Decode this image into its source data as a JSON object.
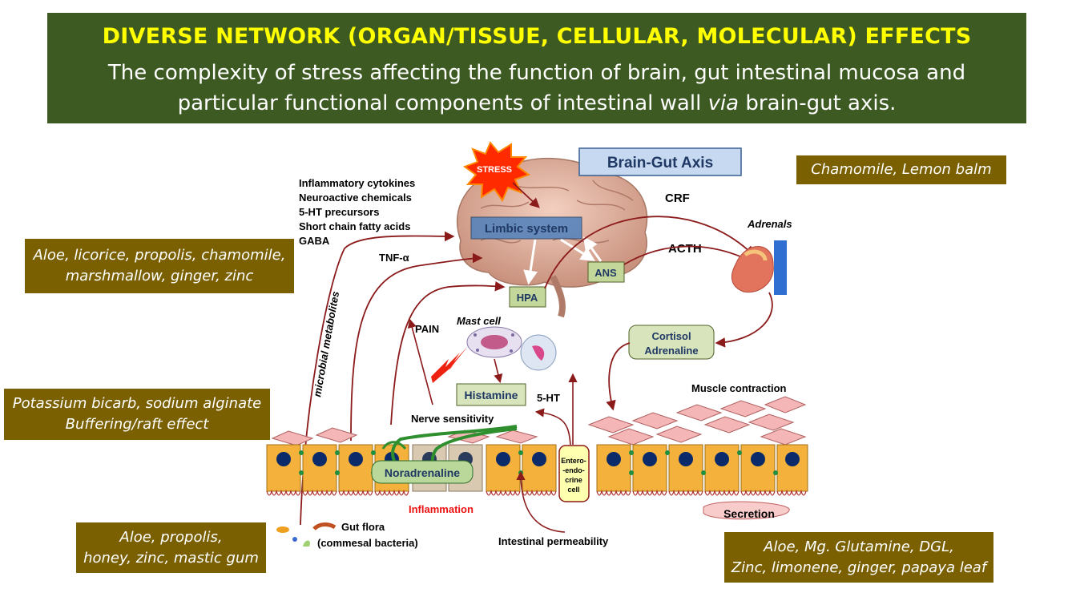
{
  "banner": {
    "title": "DIVERSE NETWORK (ORGAN/TISSUE, CELLULAR, MOLECULAR) EFFECTS",
    "subtitle_line1": "The complexity of stress affecting the function of brain, gut intestinal mucosa and",
    "subtitle_line2_pre": "particular functional components of intestinal wall ",
    "subtitle_line2_em": "via",
    "subtitle_line2_post": " brain-gut axis."
  },
  "herbs": {
    "top_right": [
      "Chamomile, Lemon balm"
    ],
    "left_upper": [
      "Aloe, licorice, propolis, chamomile,",
      "marshmallow, ginger, zinc"
    ],
    "left_middle": [
      "Potassium bicarb, sodium alginate",
      "Buffering/raft effect"
    ],
    "left_lower": [
      "Aloe, propolis,",
      "honey, zinc, mastic gum"
    ],
    "right_lower": [
      "Aloe, Mg. Glutamine, DGL,",
      "Zinc, limonene, ginger, papaya leaf"
    ]
  },
  "diagram": {
    "axis_title": "Brain-Gut Axis",
    "stress": "STRESS",
    "signals": [
      "Inflammatory cytokines",
      "Neuroactive chemicals",
      "5-HT precursors",
      "Short chain fatty acids",
      "GABA"
    ],
    "limbic": "Limbic system",
    "hpa": "HPA",
    "ans": "ANS",
    "crf": "CRF",
    "acth": "ACTH",
    "adrenals": "Adrenals",
    "cortisol_line1": "Cortisol",
    "cortisol_line2": "Adrenaline",
    "tnf": "TNF-α",
    "microbial": "microbial metabolites",
    "pain": "PAIN",
    "mast_cell": "Mast cell",
    "histamine": "Histamine",
    "serotonin": "5-HT",
    "muscle": "Muscle contraction",
    "nerve": "Nerve sensitivity",
    "noradrenaline": "Noradrenaline",
    "entero": [
      "Entero-",
      "-endo-",
      "crine",
      "cell"
    ],
    "inflammation": "Inflammation",
    "secretion": "Secretion",
    "gut_flora_line1": "Gut flora",
    "gut_flora_line2": "(commesal bacteria)",
    "permeability": "Intestinal permeability"
  },
  "colors": {
    "banner_bg": "#3d5a23",
    "banner_title": "#ffff00",
    "herb_bg": "#7a6000",
    "arrow": "#8b1a1a",
    "villi_cell": "#f4b13b",
    "muscle_cell": "#f4b6b6",
    "nerve_green": "#2f8f2f"
  }
}
